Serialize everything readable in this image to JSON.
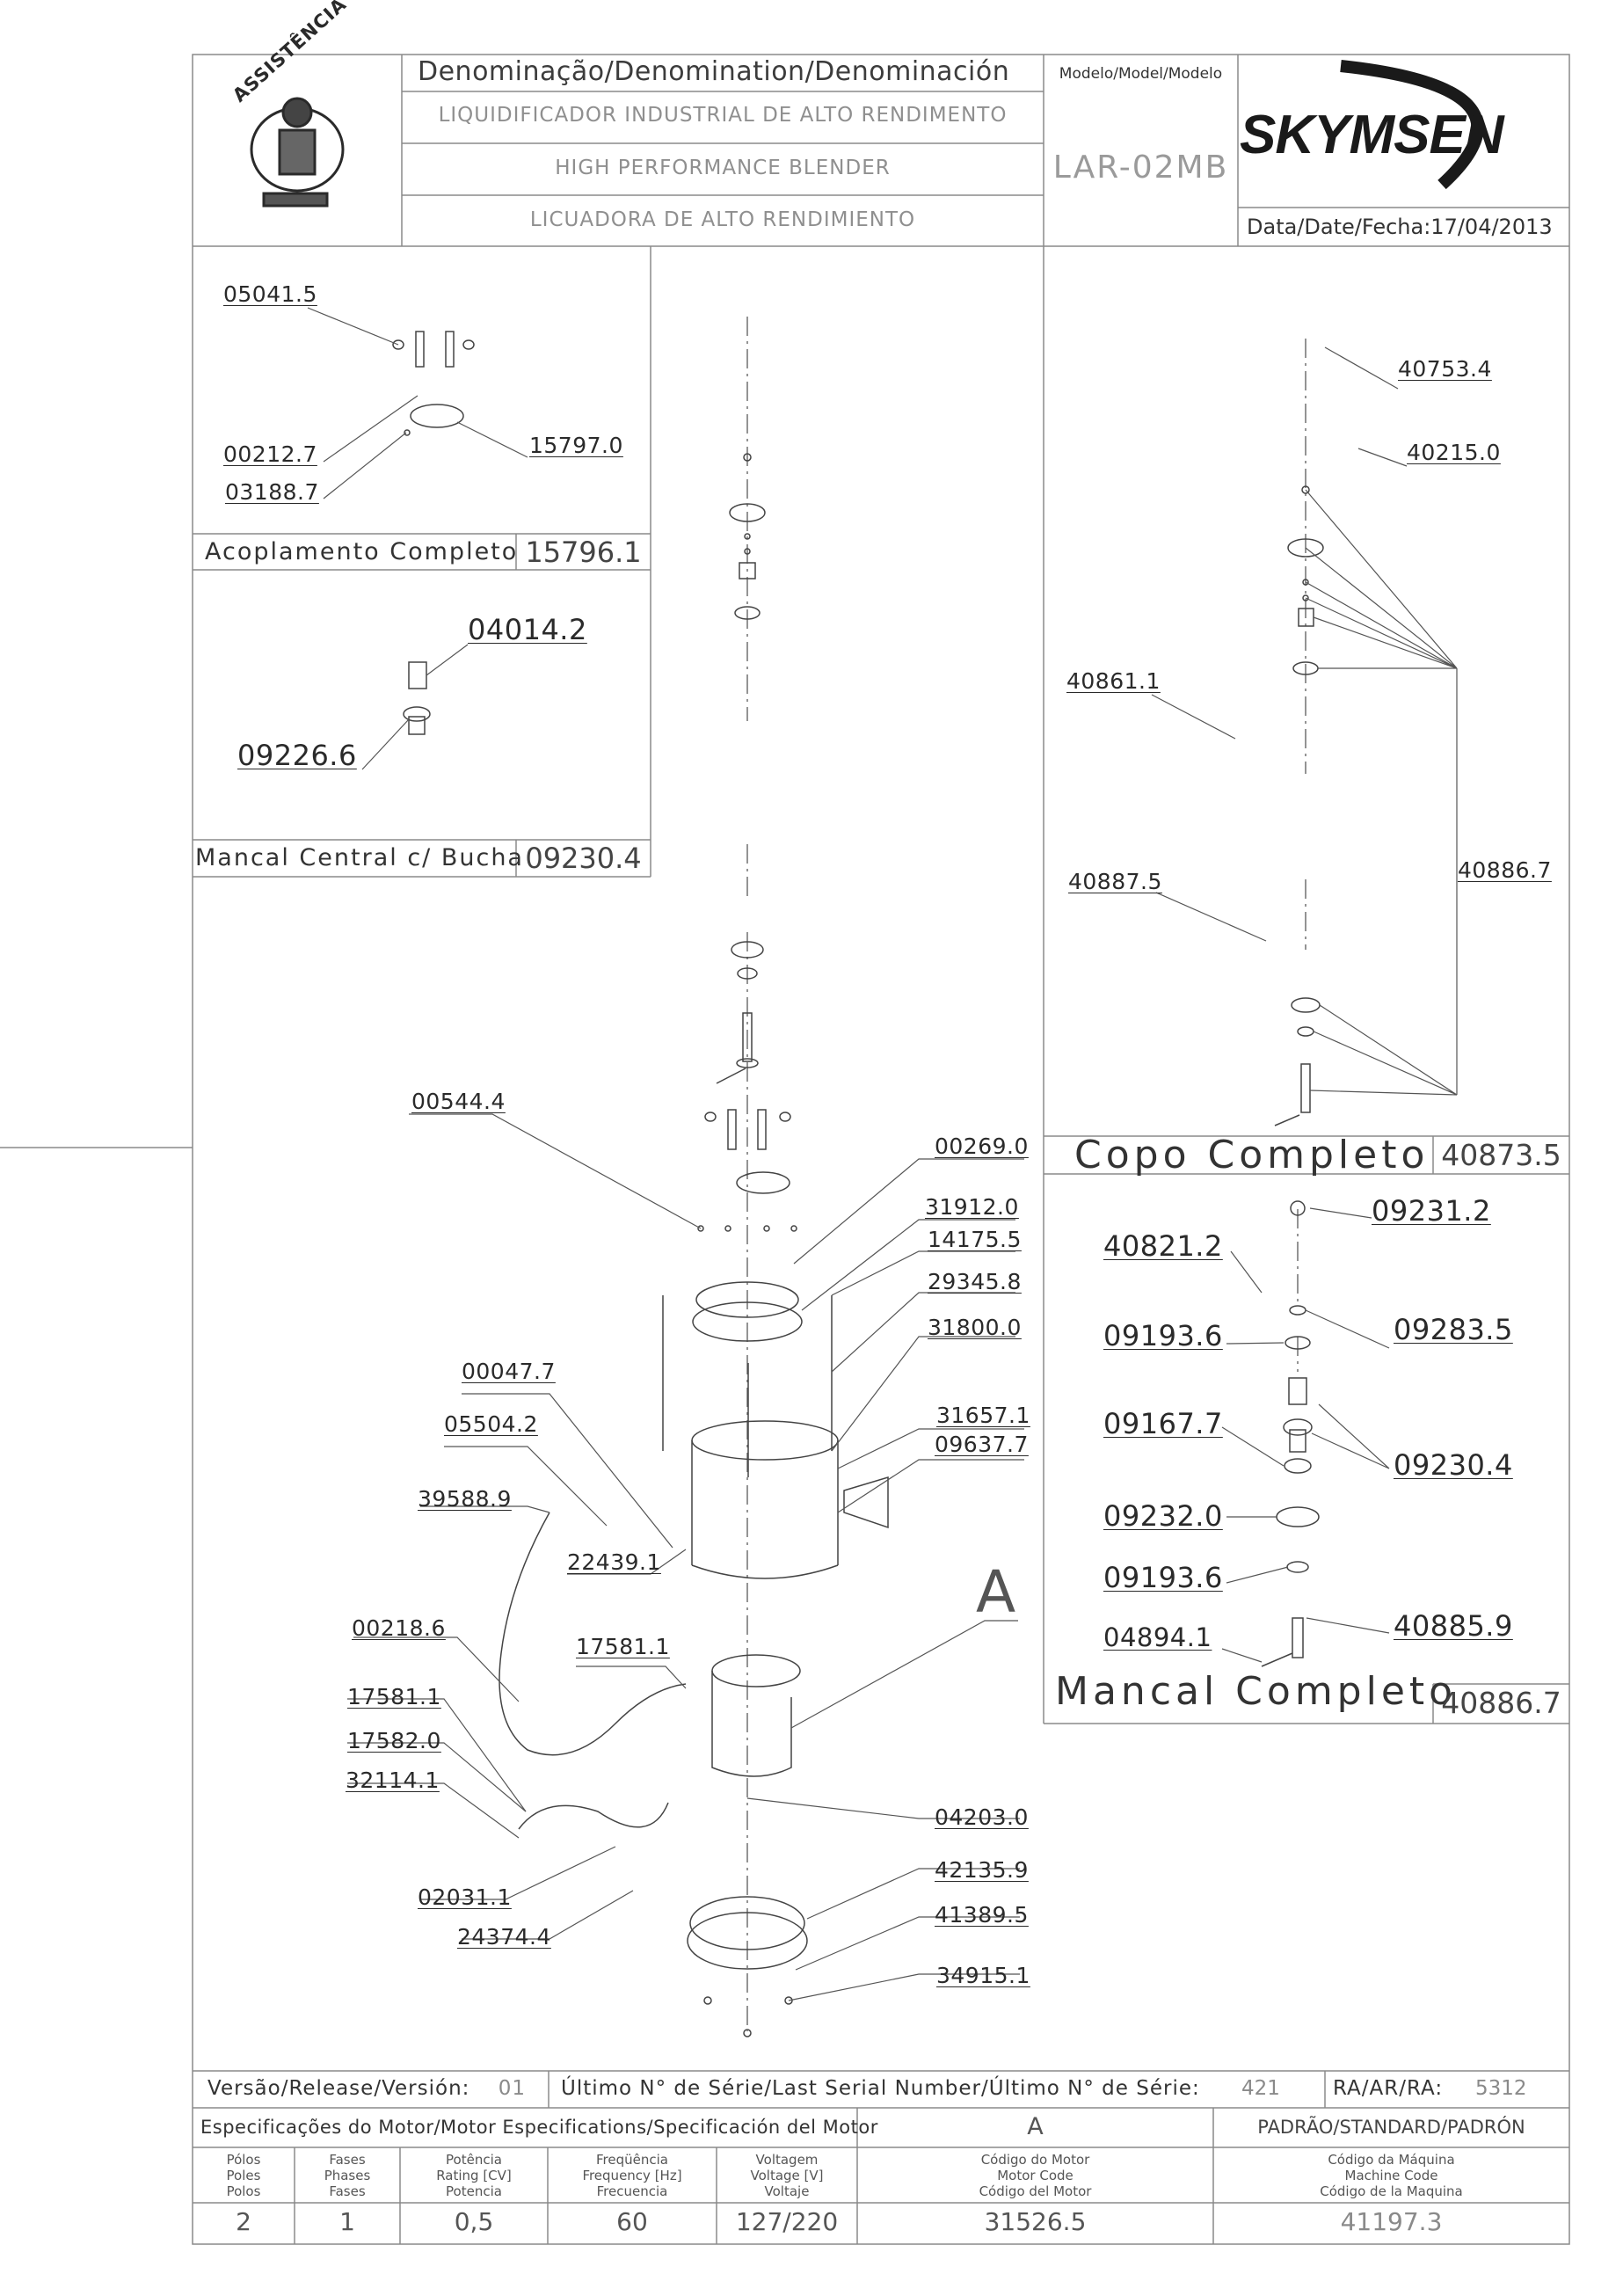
{
  "header": {
    "denomination_title": "Denominação/Denomination/Denominación",
    "name_pt": "LIQUIDIFICADOR INDUSTRIAL DE ALTO RENDIMENTO",
    "name_en": "HIGH PERFORMANCE BLENDER",
    "name_es": "LICUADORA DE ALTO RENDIMIENTO",
    "model_label": "Modelo/Model/Modelo",
    "model_value": "LAR-02MB",
    "brand": "SKYMSEN",
    "date_label": "Data/Date/Fecha:",
    "date_value": "17/04/2013",
    "seal_top_text": "ASSISTÊNCIA TÉCNICA AUTORIZADA"
  },
  "boxes": {
    "coupling": {
      "title": "Acoplamento Completo",
      "code": "15796.1",
      "parts": [
        "05041.5",
        "00212.7",
        "03188.7",
        "15797.0"
      ]
    },
    "bearing_bush": {
      "title": "Mancal Central c/ Bucha",
      "code": "09230.4",
      "parts": [
        "04014.2",
        "09226.6"
      ]
    },
    "cup": {
      "title": "Copo Completo",
      "code": "40873.5",
      "parts": [
        "40753.4",
        "40215.0",
        "40861.1",
        "40887.5",
        "40886.7"
      ]
    },
    "bearing": {
      "title": "Mancal Completo",
      "code": "40886.7",
      "parts": [
        "09231.2",
        "40821.2",
        "09193.6",
        "09283.5",
        "09167.7",
        "09230.4",
        "09232.0",
        "09193.6",
        "04894.1",
        "40885.9"
      ]
    }
  },
  "main_parts": {
    "p00544": "00544.4",
    "p00269": "00269.0",
    "p31912": "31912.0",
    "p14175": "14175.5",
    "p29345": "29345.8",
    "p31800": "31800.0",
    "p00047": "00047.7",
    "p05504": "05504.2",
    "p31657": "31657.1",
    "p09637": "09637.7",
    "p39588": "39588.9",
    "p22439": "22439.1",
    "detail_a": "A",
    "p00218": "00218.6",
    "p17581a": "17581.1",
    "p17581b": "17581.1",
    "p17582": "17582.0",
    "p32114": "32114.1",
    "p04203": "04203.0",
    "p42135": "42135.9",
    "p41389": "41389.5",
    "p02031": "02031.1",
    "p24374": "24374.4",
    "p34915": "34915.1"
  },
  "footer": {
    "version_label": "Versão/Release/Versión:",
    "version_value": "01",
    "serial_label": "Último N° de Série/Last Serial Number/Último N° de Série:",
    "serial_value": "421",
    "ra_label": "RA/AR/RA:",
    "ra_value": "5312",
    "motor_spec_title": "Especificações do Motor/Motor Especifications/Specificación del Motor",
    "motor_col_a": "A",
    "standard_label": "PADRÃO/STANDARD/PADRÓN",
    "col_poles": [
      "Pólos",
      "Poles",
      "Polos"
    ],
    "col_phases": [
      "Fases",
      "Phases",
      "Fases"
    ],
    "col_power": [
      "Potência",
      "Rating [CV]",
      "Potencia"
    ],
    "col_freq": [
      "Freqüência",
      "Frequency [Hz]",
      "Frecuencia"
    ],
    "col_volt": [
      "Voltagem",
      "Voltage [V]",
      "Voltaje"
    ],
    "col_motor_code": [
      "Código do Motor",
      "Motor Code",
      "Código del Motor"
    ],
    "col_machine_code": [
      "Código da Máquina",
      "Machine Code",
      "Código de la Maquina"
    ],
    "val_poles": "2",
    "val_phases": "1",
    "val_power": "0,5",
    "val_freq": "60",
    "val_volt": "127/220",
    "val_motor_code": "31526.5",
    "val_machine_code": "41197.3"
  }
}
